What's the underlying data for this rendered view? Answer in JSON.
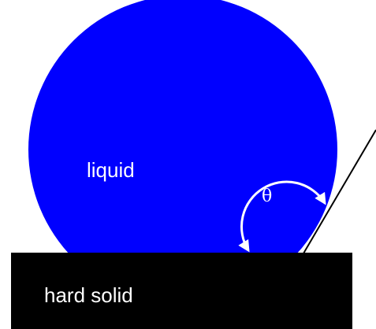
{
  "diagram": {
    "liquid_label": "liquid",
    "solid_label": "hard solid",
    "angle_label": "θ"
  },
  "colors": {
    "liquid": "#0000ff",
    "solid": "#000000",
    "background": "#ffffff",
    "annotation": "#ffffff",
    "tangent_line": "#000000"
  }
}
